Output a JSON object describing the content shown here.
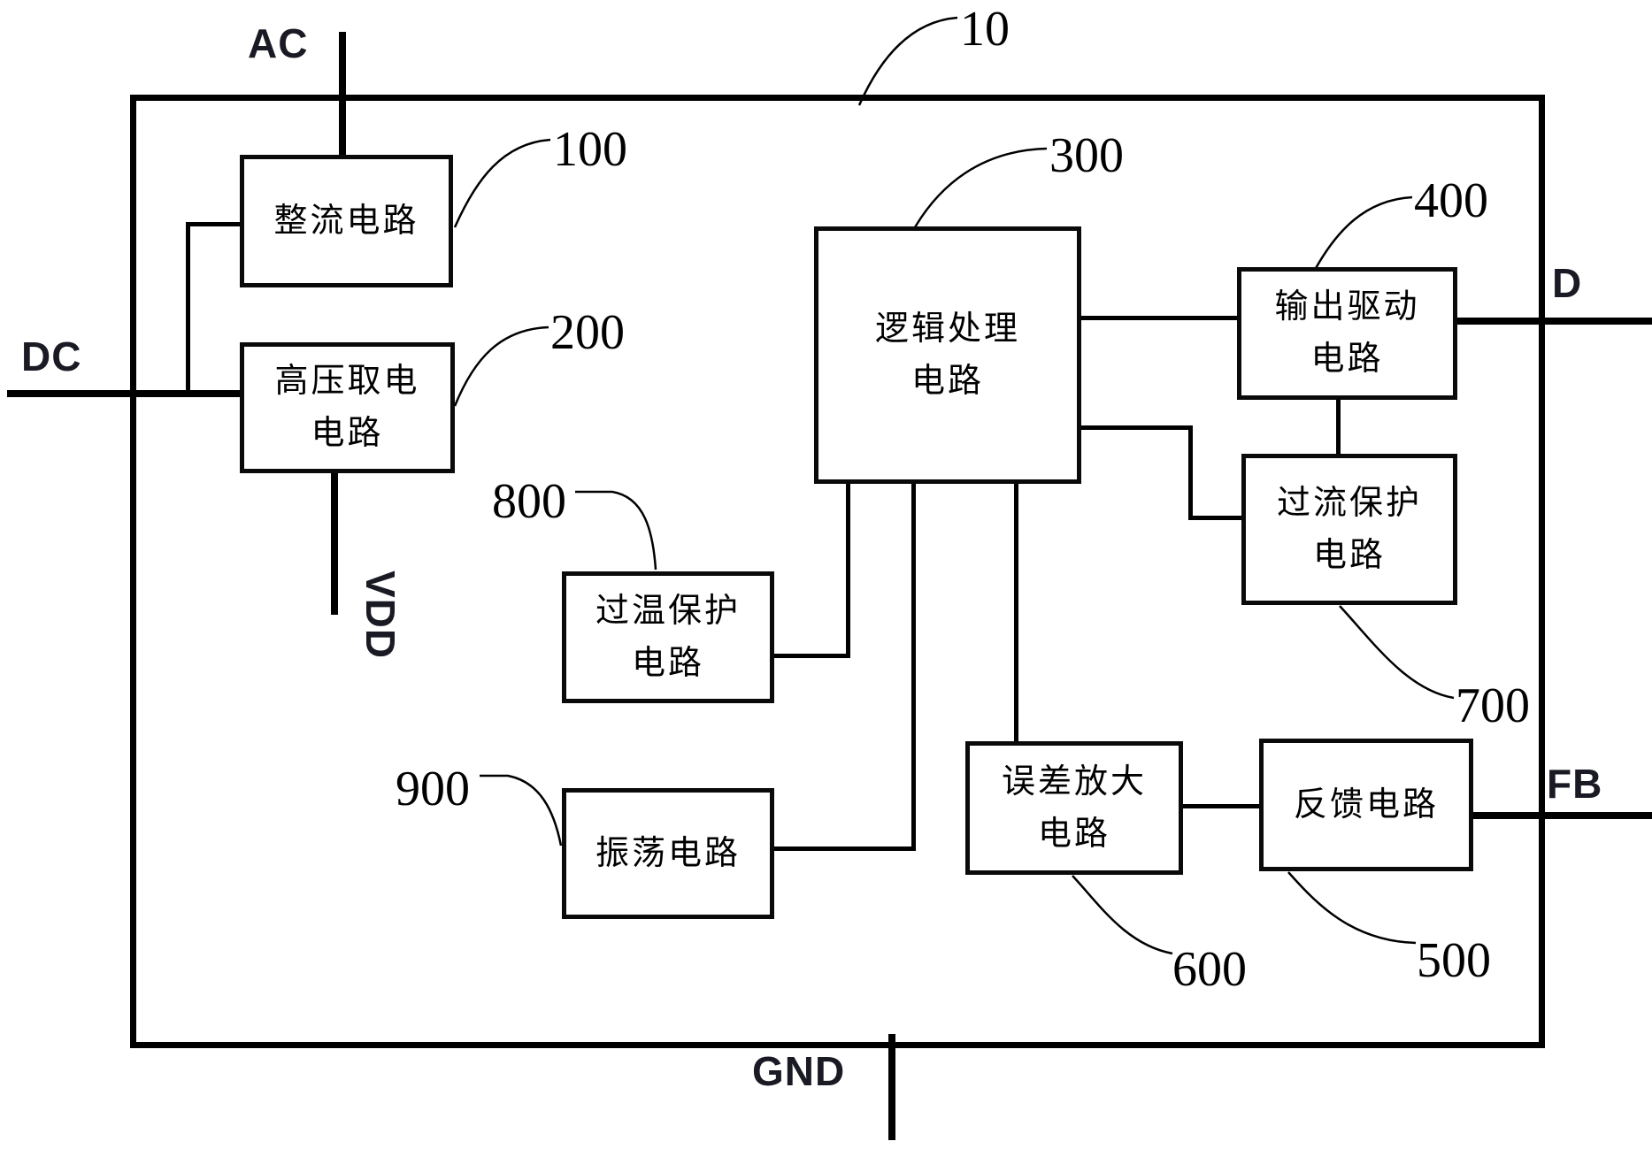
{
  "figure": {
    "type": "patent-block-diagram",
    "background_color": "#ffffff",
    "line_color": "#000000",
    "pin_label_color": "#1a1a24"
  },
  "chip": {
    "ref": "10"
  },
  "blocks": [
    {
      "id": "rectifier",
      "ref": "100",
      "label": "整流电路"
    },
    {
      "id": "hv_power",
      "ref": "200",
      "label": "高压取电\n电路"
    },
    {
      "id": "logic",
      "ref": "300",
      "label": "逻辑处理\n电路"
    },
    {
      "id": "output_drive",
      "ref": "400",
      "label": "输出驱动\n电路"
    },
    {
      "id": "overcurrent",
      "ref": "700",
      "label": "过流保护\n电路"
    },
    {
      "id": "overtemp",
      "ref": "800",
      "label": "过温保护\n电路"
    },
    {
      "id": "oscillator",
      "ref": "900",
      "label": "振荡电路"
    },
    {
      "id": "error_amp",
      "ref": "600",
      "label": "误差放大\n电路"
    },
    {
      "id": "feedback",
      "ref": "500",
      "label": "反馈电路"
    }
  ],
  "pins": [
    {
      "id": "ac",
      "label": "AC"
    },
    {
      "id": "dc",
      "label": "DC"
    },
    {
      "id": "vdd",
      "label": "VDD"
    },
    {
      "id": "d",
      "label": "D"
    },
    {
      "id": "fb",
      "label": "FB"
    },
    {
      "id": "gnd",
      "label": "GND"
    }
  ],
  "refs": {
    "chip": "10",
    "rectifier": "100",
    "hv_power": "200",
    "logic": "300",
    "output_drive": "400",
    "feedback": "500",
    "error_amp": "600",
    "overcurrent": "700",
    "overtemp": "800",
    "oscillator": "900"
  }
}
